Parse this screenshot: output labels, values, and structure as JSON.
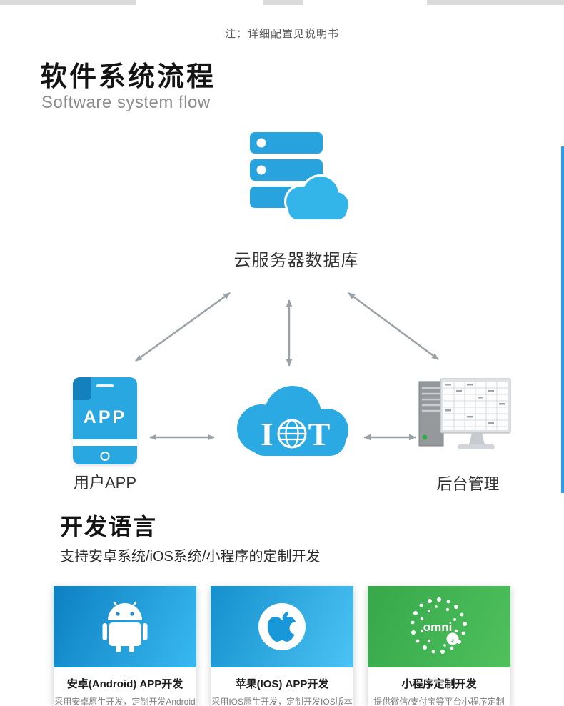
{
  "note": "注：详细配置见说明书",
  "flow_section": {
    "title": "软件系统流程",
    "subtitle": "Software system flow",
    "server_label": "云服务器数据库",
    "app_icon_text": "APP",
    "app_label": "用户APP",
    "iot_left": "I",
    "iot_right": "T",
    "admin_label": "后台管理"
  },
  "dev_section": {
    "title": "开发语言",
    "subtitle": "支持安卓系统/iOS系统/小程序的定制开发",
    "cards": [
      {
        "title": "安卓(Android) APP开发",
        "desc": "采用安卓原生开发，定制开发Android"
      },
      {
        "title": "苹果(IOS) APP开发",
        "desc": "采用IOS原生开发，定制开发IOS版本"
      },
      {
        "title": "小程序定制开发",
        "desc": "提供微信/支付宝等平台小程序定制"
      }
    ],
    "qr_logo_text": "omni",
    "qr_note_glyph": "♪"
  },
  "icons": {
    "cloud_server": "cloud-server-icon",
    "globe": "globe-icon",
    "iot_cloud": "iot-cloud-icon",
    "phone_app": "phone-app-icon",
    "backend_computer": "desktop-computer-icon",
    "android_robot": "android-robot-icon",
    "apple_logo": "apple-logo-icon",
    "qr_omni": "qr-code-omni-icon",
    "arrows": "double-headed-arrow-icon"
  },
  "colors": {
    "primary_blue": "#29a8e0",
    "cloud_blue": "#33b5ea",
    "arrow_gray": "#9aa2a8",
    "card_blue_dark": "#0d80c2",
    "card_blue_light": "#3fbdf2",
    "card_green_dark": "#36a84b",
    "card_green_light": "#4fc05c",
    "scrollbar_blue": "#2d9fe8",
    "heading_text": "#141414",
    "subtitle_gray": "#8c8c8c"
  }
}
